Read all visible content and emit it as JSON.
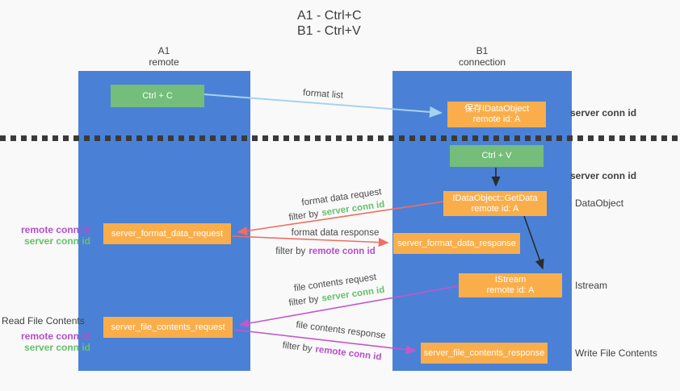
{
  "title": {
    "line1": "A1 - Ctrl+C",
    "line2": "B1 - Ctrl+V"
  },
  "columns": {
    "left": {
      "name": "A1",
      "role": "remote"
    },
    "right": {
      "name": "B1",
      "role": "connection"
    }
  },
  "nodes": {
    "ctrl_c": "Ctrl + C",
    "save_idataobject": {
      "line1": "保存IDataObject",
      "line2": "remote id: A"
    },
    "ctrl_v": "Ctrl + V",
    "getdata": {
      "line1": "IDataObject::GetData",
      "line2": "remote id: A"
    },
    "format_request": "server_format_data_request",
    "format_response": "server_format_data_response",
    "istream": {
      "line1": "IStream",
      "line2": "remote id: A"
    },
    "file_request": "server_file_contents_request",
    "file_response": "server_file_contents_response"
  },
  "arrow_labels": {
    "format_list": "format list",
    "format_data_request": "format data request",
    "format_data_response": "format data response",
    "file_contents_request": "file contents request",
    "file_contents_response": "file contents response",
    "filter_by": "filter by",
    "server_conn_id": "server conn id",
    "remote_conn_id": "remote conn id"
  },
  "side_labels": {
    "server_conn_id_top": "server conn id",
    "server_conn_id_mid": "server conn id",
    "dataobject": "DataObject",
    "istream": "Istream",
    "write_file_contents": "Write File Contents",
    "read_file_contents": "Read File Contents",
    "remote_conn_id": "remote conn id",
    "server_conn_id": "server conn id"
  },
  "colors": {
    "column_blue": "#4a81d6",
    "box_green": "#74bd7a",
    "box_orange": "#f9ae4b",
    "text_green": "#67c06b",
    "text_purple": "#b44fc8",
    "arrow_red": "#ef6e62",
    "arrow_magenta": "#c457c9",
    "arrow_blue": "#a5d2f0",
    "arrow_black": "#2b2b2b"
  }
}
